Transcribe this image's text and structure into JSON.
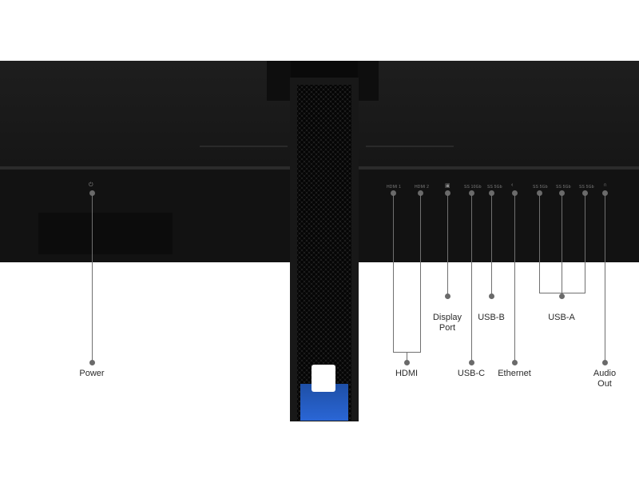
{
  "ports": {
    "hdmi1_tag": "HDMI 1",
    "hdmi2_tag": "HDMI 2",
    "usbc_tag": "SS 10Gb",
    "usbb_tag": "SS 5Gb",
    "usba1_tag": "SS 5Gb",
    "usba2_tag": "SS 5Gb",
    "usba3_tag": "SS 5Gb",
    "power_icon": "power-icon",
    "displayport_icon": "displayport-icon",
    "ethernet_icon": "ethernet-icon",
    "audio_icon": "headphone-icon"
  },
  "labels": {
    "power": "Power",
    "hdmi": "HDMI",
    "display_port_line1": "Display",
    "display_port_line2": "Port",
    "usb_c": "USB-C",
    "usb_b": "USB-B",
    "ethernet": "Ethernet",
    "usb_a": "USB-A",
    "audio_out_line1": "Audio",
    "audio_out_line2": "Out"
  },
  "colors": {
    "monitor": "#161616",
    "stand_accent": "#2a66d6",
    "callout_line": "#707070"
  }
}
